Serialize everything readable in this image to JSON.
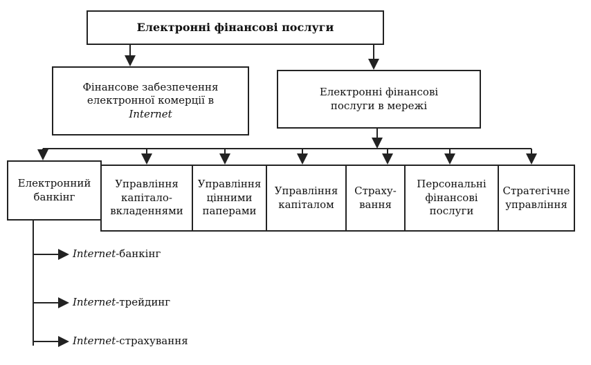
{
  "root": "Електронні фінансові послуги",
  "level2": [
    {
      "text_pre": "Фінансове забезпечення електронної комерції в ",
      "text_italic": "Internet"
    },
    {
      "text": "Електронні фінансові послуги в мережі"
    }
  ],
  "level3": [
    "Електронний банкінг",
    "Управління капітало-вкладеннями",
    "Управління цінними паперами",
    "Управління капіталом",
    "Страху-вання",
    "Персональні фінансові послуги",
    "Стратегічне управління"
  ],
  "sub_items": [
    {
      "italic": "Internet",
      "rest": "-банкінг"
    },
    {
      "italic": "Internet",
      "rest": "-трейдинг"
    },
    {
      "italic": "Internet",
      "rest": "-страхування"
    }
  ]
}
